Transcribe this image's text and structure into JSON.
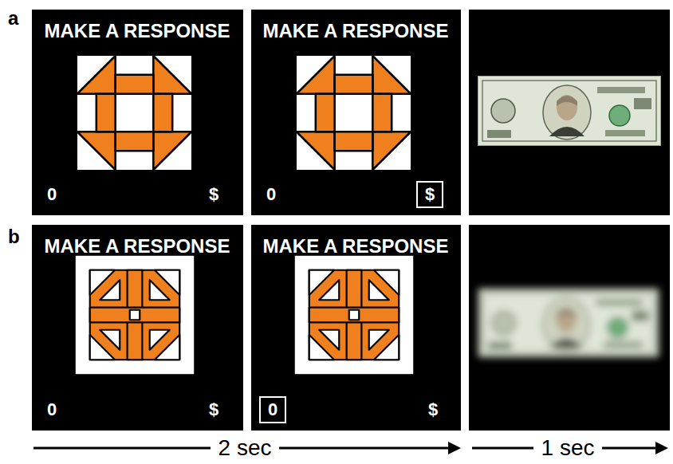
{
  "diagram": {
    "nodes": [
      {
        "text": [
          "MAKE A RESPONSE",
          "0",
          "$"
        ]
      },
      {
        "text": [
          "MAKE A RESPONSE",
          "0"
        ]
      },
      {
        "text": [
          "$"
        ],
        "in": 1
      },
      {
        "text": [
          "MAKE A RESPONSE",
          "0",
          "$"
        ]
      },
      {
        "text": [
          "MAKE A RESPONSE",
          "$"
        ]
      },
      {
        "text": [
          "0"
        ],
        "in": 4
      }
    ],
    "labels": [
      "a",
      "b",
      "2 sec",
      "1 sec"
    ]
  }
}
